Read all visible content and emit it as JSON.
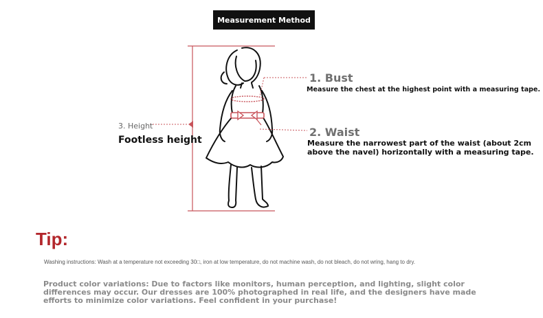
{
  "header": {
    "title": "Measurement Method"
  },
  "bust": {
    "label": "1. Bust",
    "description": "Measure the chest at the highest point with a measuring tape."
  },
  "waist": {
    "label": "2. Waist",
    "description": "Measure the narrowest part of the waist (about 2cm above the navel) horizontally with a measuring tape."
  },
  "height": {
    "label": "3. Height",
    "description": "Footless height"
  },
  "tip": {
    "title": "Tip:",
    "washing": "Washing instructions: Wash at a temperature not exceeding 30□, iron at low temperature, do not machine wash, do not bleach, do not wring, hang to dry.",
    "color_variation": "Product color variations: Due to factors like monitors, human perception, and lighting, slight color differences may occur. Our dresses are 100% photographed in real life, and the designers have made efforts to minimize color variations. Feel confident in your purchase!"
  },
  "colors": {
    "accent_red": "#b3272c",
    "measure_line": "#c8535a",
    "header_bg": "#111111"
  }
}
